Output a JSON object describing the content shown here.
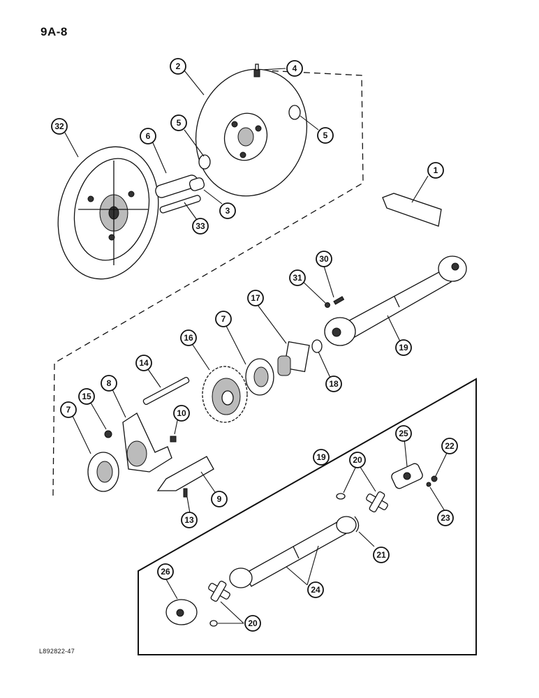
{
  "page": {
    "page_id": "9A-8",
    "ref_code": "L892822-47"
  },
  "callouts": [
    {
      "id": "c1",
      "label": "1"
    },
    {
      "id": "c2",
      "label": "2"
    },
    {
      "id": "c3",
      "label": "3"
    },
    {
      "id": "c4",
      "label": "4"
    },
    {
      "id": "c5a",
      "label": "5"
    },
    {
      "id": "c5b",
      "label": "5"
    },
    {
      "id": "c6",
      "label": "6"
    },
    {
      "id": "c7a",
      "label": "7"
    },
    {
      "id": "c7b",
      "label": "7"
    },
    {
      "id": "c8",
      "label": "8"
    },
    {
      "id": "c9",
      "label": "9"
    },
    {
      "id": "c10",
      "label": "10"
    },
    {
      "id": "c13",
      "label": "13"
    },
    {
      "id": "c14",
      "label": "14"
    },
    {
      "id": "c15",
      "label": "15"
    },
    {
      "id": "c16",
      "label": "16"
    },
    {
      "id": "c17",
      "label": "17"
    },
    {
      "id": "c18",
      "label": "18"
    },
    {
      "id": "c19a",
      "label": "19"
    },
    {
      "id": "c19b",
      "label": "19"
    },
    {
      "id": "c20a",
      "label": "20"
    },
    {
      "id": "c20b",
      "label": "20"
    },
    {
      "id": "c21",
      "label": "21"
    },
    {
      "id": "c22",
      "label": "22"
    },
    {
      "id": "c23",
      "label": "23"
    },
    {
      "id": "c24",
      "label": "24"
    },
    {
      "id": "c25",
      "label": "25"
    },
    {
      "id": "c26",
      "label": "26"
    },
    {
      "id": "c30",
      "label": "30"
    },
    {
      "id": "c31",
      "label": "31"
    },
    {
      "id": "c32",
      "label": "32"
    },
    {
      "id": "c33",
      "label": "33"
    }
  ]
}
